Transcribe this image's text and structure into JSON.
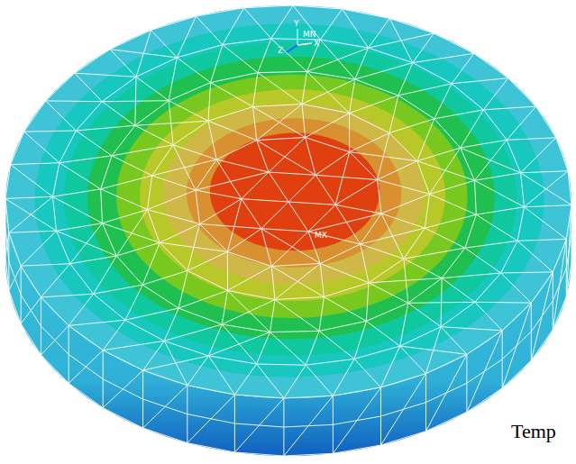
{
  "diagram": {
    "labels": [
      "Y",
      "MN",
      "Z",
      "X",
      "MX",
      "Temp"
    ]
  }
}
